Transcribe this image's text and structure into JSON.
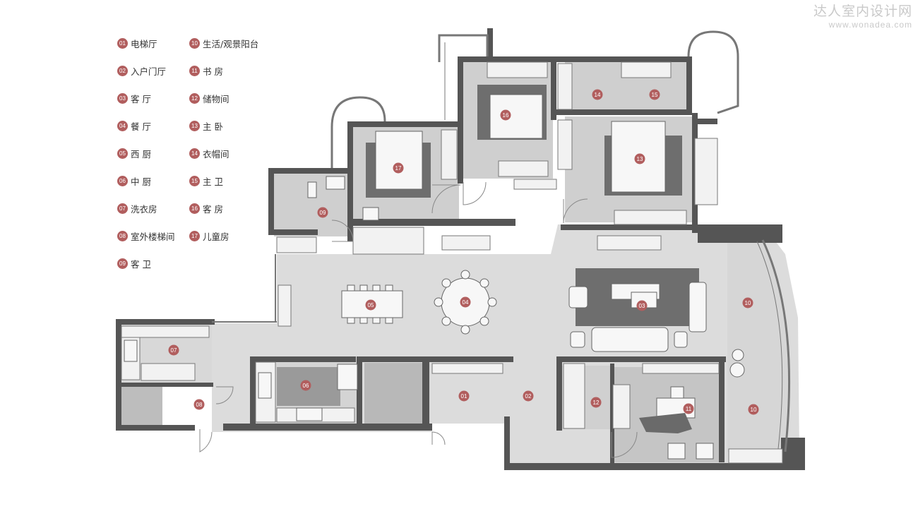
{
  "watermark": {
    "cn": "达人室内设计网",
    "en": "www.wonadea.com"
  },
  "legend": [
    {
      "num": "01",
      "label": "电梯厅"
    },
    {
      "num": "02",
      "label": "入户门厅"
    },
    {
      "num": "03",
      "label": "客  厅"
    },
    {
      "num": "04",
      "label": "餐  厅"
    },
    {
      "num": "05",
      "label": "西  厨"
    },
    {
      "num": "06",
      "label": "中  厨"
    },
    {
      "num": "07",
      "label": "洗衣房"
    },
    {
      "num": "08",
      "label": "室外楼梯间"
    },
    {
      "num": "09",
      "label": "客  卫"
    },
    {
      "num": "10",
      "label": "生活/观景阳台"
    },
    {
      "num": "11",
      "label": "书  房"
    },
    {
      "num": "12",
      "label": "储物间"
    },
    {
      "num": "13",
      "label": "主  卧"
    },
    {
      "num": "14",
      "label": "衣帽间"
    },
    {
      "num": "15",
      "label": "主  卫"
    },
    {
      "num": "16",
      "label": "客  房"
    },
    {
      "num": "17",
      "label": "儿童房"
    }
  ],
  "plan_markers": [
    "01",
    "02",
    "03",
    "04",
    "05",
    "06",
    "07",
    "08",
    "09",
    "10",
    "10",
    "11",
    "12",
    "13",
    "14",
    "15",
    "16",
    "17"
  ],
  "colors": {
    "badge": "#b15e5e",
    "wall": "#555555",
    "floor": "#dcdcdc",
    "room": "#c8c8c8",
    "rug": "#6e6e6e",
    "watermark": "#c9c9c9"
  }
}
